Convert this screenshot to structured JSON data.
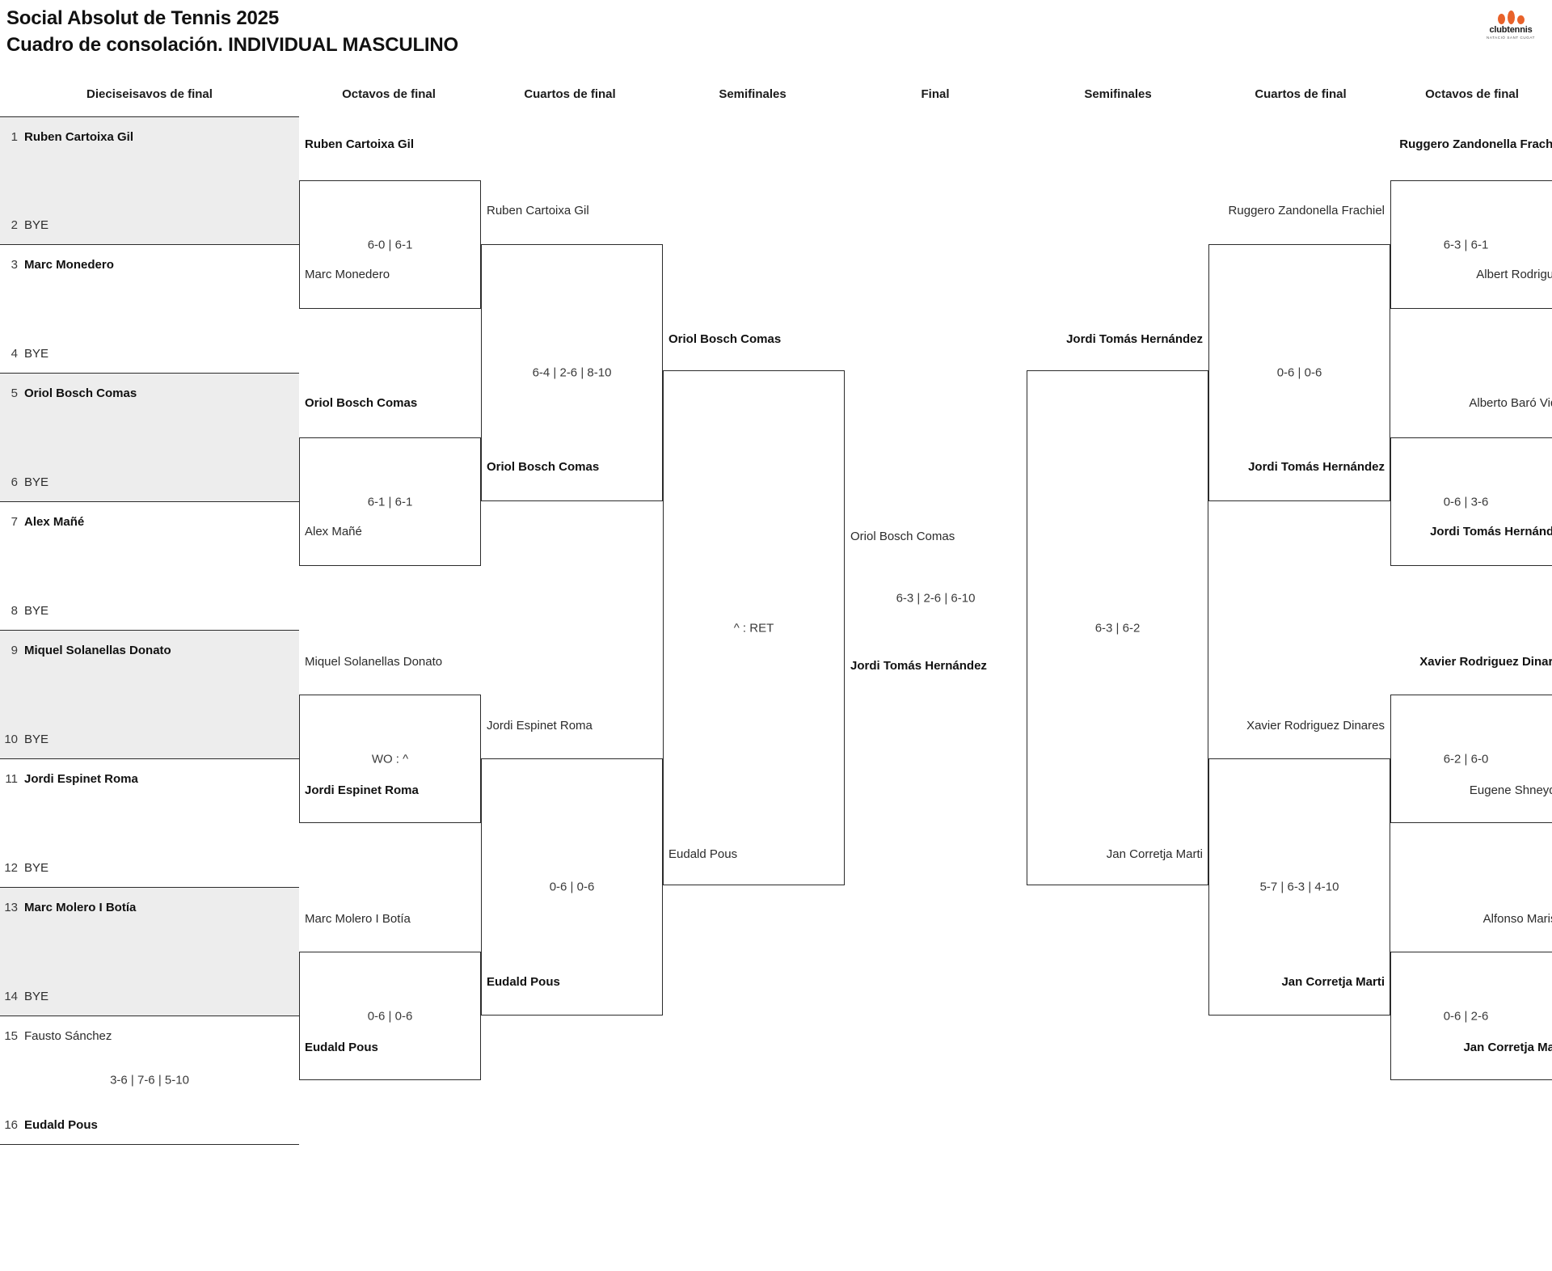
{
  "header": {
    "title_line1": "Social Absolut de Tennis 2025",
    "title_line2": "Cuadro de consolación. INDIVIDUAL MASCULINO",
    "logo_word_part1": "clubtennis",
    "logo_sub": "NATACIÓ SANT CUGAT"
  },
  "round_labels": {
    "r16_left": "Dieciseisavos de final",
    "r8_left": "Octavos de final",
    "qf_left": "Cuartos de final",
    "sf_left": "Semifinales",
    "final": "Final",
    "sf_right": "Semifinales",
    "qf_right": "Cuartos de final",
    "r8_right": "Octavos de final"
  },
  "seeds": [
    {
      "num": "1",
      "name": "Ruben Cartoixa Gil",
      "winner": true,
      "shaded": true
    },
    {
      "num": "2",
      "name": "BYE",
      "winner": false,
      "shaded": true
    },
    {
      "num": "3",
      "name": "Marc Monedero",
      "winner": true,
      "shaded": false
    },
    {
      "num": "4",
      "name": "BYE",
      "winner": false,
      "shaded": false
    },
    {
      "num": "5",
      "name": "Oriol Bosch Comas",
      "winner": true,
      "shaded": true
    },
    {
      "num": "6",
      "name": "BYE",
      "winner": false,
      "shaded": true
    },
    {
      "num": "7",
      "name": "Alex Mañé",
      "winner": true,
      "shaded": false
    },
    {
      "num": "8",
      "name": "BYE",
      "winner": false,
      "shaded": false
    },
    {
      "num": "9",
      "name": "Miquel Solanellas Donato",
      "winner": true,
      "shaded": true
    },
    {
      "num": "10",
      "name": "BYE",
      "winner": false,
      "shaded": true
    },
    {
      "num": "11",
      "name": "Jordi Espinet Roma",
      "winner": true,
      "shaded": false
    },
    {
      "num": "12",
      "name": "BYE",
      "winner": false,
      "shaded": false
    },
    {
      "num": "13",
      "name": "Marc Molero I Botía",
      "winner": true,
      "shaded": true
    },
    {
      "num": "14",
      "name": "BYE",
      "winner": false,
      "shaded": true
    },
    {
      "num": "15",
      "name": "Fausto Sánchez",
      "winner": false,
      "shaded": false
    },
    {
      "num": "16",
      "name": "Eudald Pous",
      "winner": true,
      "shaded": false
    }
  ],
  "seed_pair_scores": [
    "",
    "",
    "",
    "",
    "",
    "",
    "",
    "3-6 | 7-6 | 5-10"
  ],
  "left_r8": [
    {
      "top_name": "Ruben Cartoixa Gil",
      "top_winner": true,
      "score": "6-0 | 6-1",
      "bottom_name": "Marc Monedero",
      "bottom_winner": false
    },
    {
      "top_name": "Oriol Bosch Comas",
      "top_winner": true,
      "score": "6-1 | 6-1",
      "bottom_name": "Alex Mañé",
      "bottom_winner": false
    },
    {
      "top_name": "Miquel Solanellas Donato",
      "top_winner": false,
      "score": "WO : ^",
      "bottom_name": "Jordi Espinet Roma",
      "bottom_winner": true
    },
    {
      "top_name": "Marc Molero I Botía",
      "top_winner": false,
      "score": "0-6 | 0-6",
      "bottom_name": "Eudald Pous",
      "bottom_winner": true
    }
  ],
  "left_qf": [
    {
      "top_name": "Ruben Cartoixa Gil",
      "top_winner": false,
      "score": "6-4 | 2-6 | 8-10",
      "bottom_name": "Oriol Bosch Comas",
      "bottom_winner": true
    },
    {
      "top_name": "Jordi Espinet Roma",
      "top_winner": false,
      "score": "0-6 | 0-6",
      "bottom_name": "Eudald Pous",
      "bottom_winner": true
    }
  ],
  "left_sf": [
    {
      "top_name": "Oriol Bosch Comas",
      "top_winner": true,
      "score": "^ : RET",
      "bottom_name": "Eudald Pous",
      "bottom_winner": false
    }
  ],
  "final": {
    "top_name": "Oriol Bosch Comas",
    "top_winner": false,
    "score": "6-3 | 2-6 | 6-10",
    "bottom_name": "Jordi Tomás Hernández",
    "bottom_winner": true
  },
  "right_sf": [
    {
      "top_name": "Jordi Tomás Hernández",
      "top_winner": true,
      "score": "6-3 | 6-2",
      "bottom_name": "Jan Corretja Marti",
      "bottom_winner": false
    }
  ],
  "right_qf": [
    {
      "top_name": "Ruggero Zandonella Frachiel",
      "top_winner": false,
      "score": "0-6 | 0-6",
      "bottom_name": "Jordi Tomás Hernández",
      "bottom_winner": true
    },
    {
      "top_name": "Xavier Rodriguez Dinares",
      "top_winner": false,
      "score": "5-7 | 6-3 | 4-10",
      "bottom_name": "Jan Corretja Marti",
      "bottom_winner": true
    }
  ],
  "right_r8": [
    {
      "top_name": "Ruggero Zandonella Frachiel",
      "top_winner": true,
      "score": "6-3 | 6-1",
      "bottom_name": "Albert Rodriguez",
      "bottom_winner": false
    },
    {
      "top_name": "Alberto Baró Vidal",
      "top_winner": false,
      "score": "0-6 | 3-6",
      "bottom_name": "Jordi Tomás Hernández",
      "bottom_winner": true
    },
    {
      "top_name": "Xavier Rodriguez Dinares",
      "top_winner": true,
      "score": "6-2 | 6-0",
      "bottom_name": "Eugene Shneyder",
      "bottom_winner": false
    },
    {
      "top_name": "Alfonso Marista",
      "top_winner": false,
      "score": "0-6 | 2-6",
      "bottom_name": "Jan Corretja Marti",
      "bottom_winner": true
    }
  ]
}
